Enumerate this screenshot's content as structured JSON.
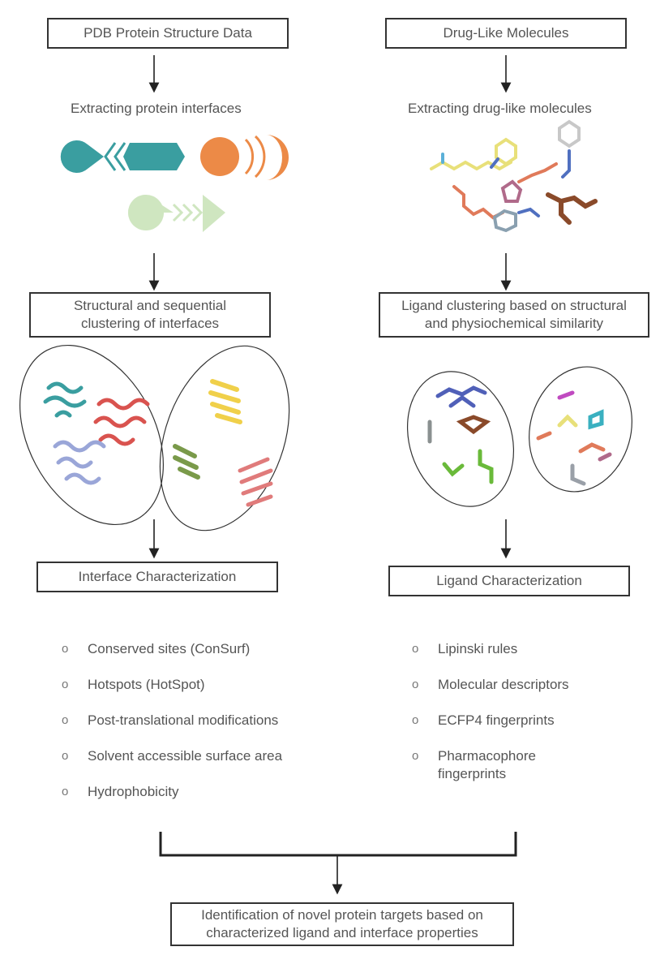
{
  "left": {
    "source_title": "PDB Protein Structure Data",
    "step1": "Extracting protein interfaces",
    "clustering_title": "Structural and sequential clustering of interfaces",
    "characterization_title": "Interface Characterization",
    "properties": [
      "Conserved sites (ConSurf)",
      "Hotspots (HotSpot)",
      "Post-translational modifications",
      "Solvent accessible surface area",
      "Hydrophobicity"
    ]
  },
  "right": {
    "source_title": "Drug-Like Molecules",
    "step1": "Extracting drug-like molecules",
    "clustering_title": "Ligand clustering based on structural and physiochemical similarity",
    "characterization_title": "Ligand Characterization",
    "properties": [
      "Lipinski rules",
      "Molecular descriptors",
      "ECFP4 fingerprints",
      "Pharmacophore fingerprints"
    ]
  },
  "final_title": "Identification of novel protein targets based on characterized ligand and interface properties",
  "bullet_glyph": "o",
  "colors": {
    "teal": "#3a9ea0",
    "orange": "#ec8a47",
    "light_green": "#cfe6c0",
    "protein_red": "#d9534f",
    "protein_blue": "#9aa6d8",
    "protein_yellow": "#f0d04a",
    "protein_green": "#7a9a4a"
  }
}
